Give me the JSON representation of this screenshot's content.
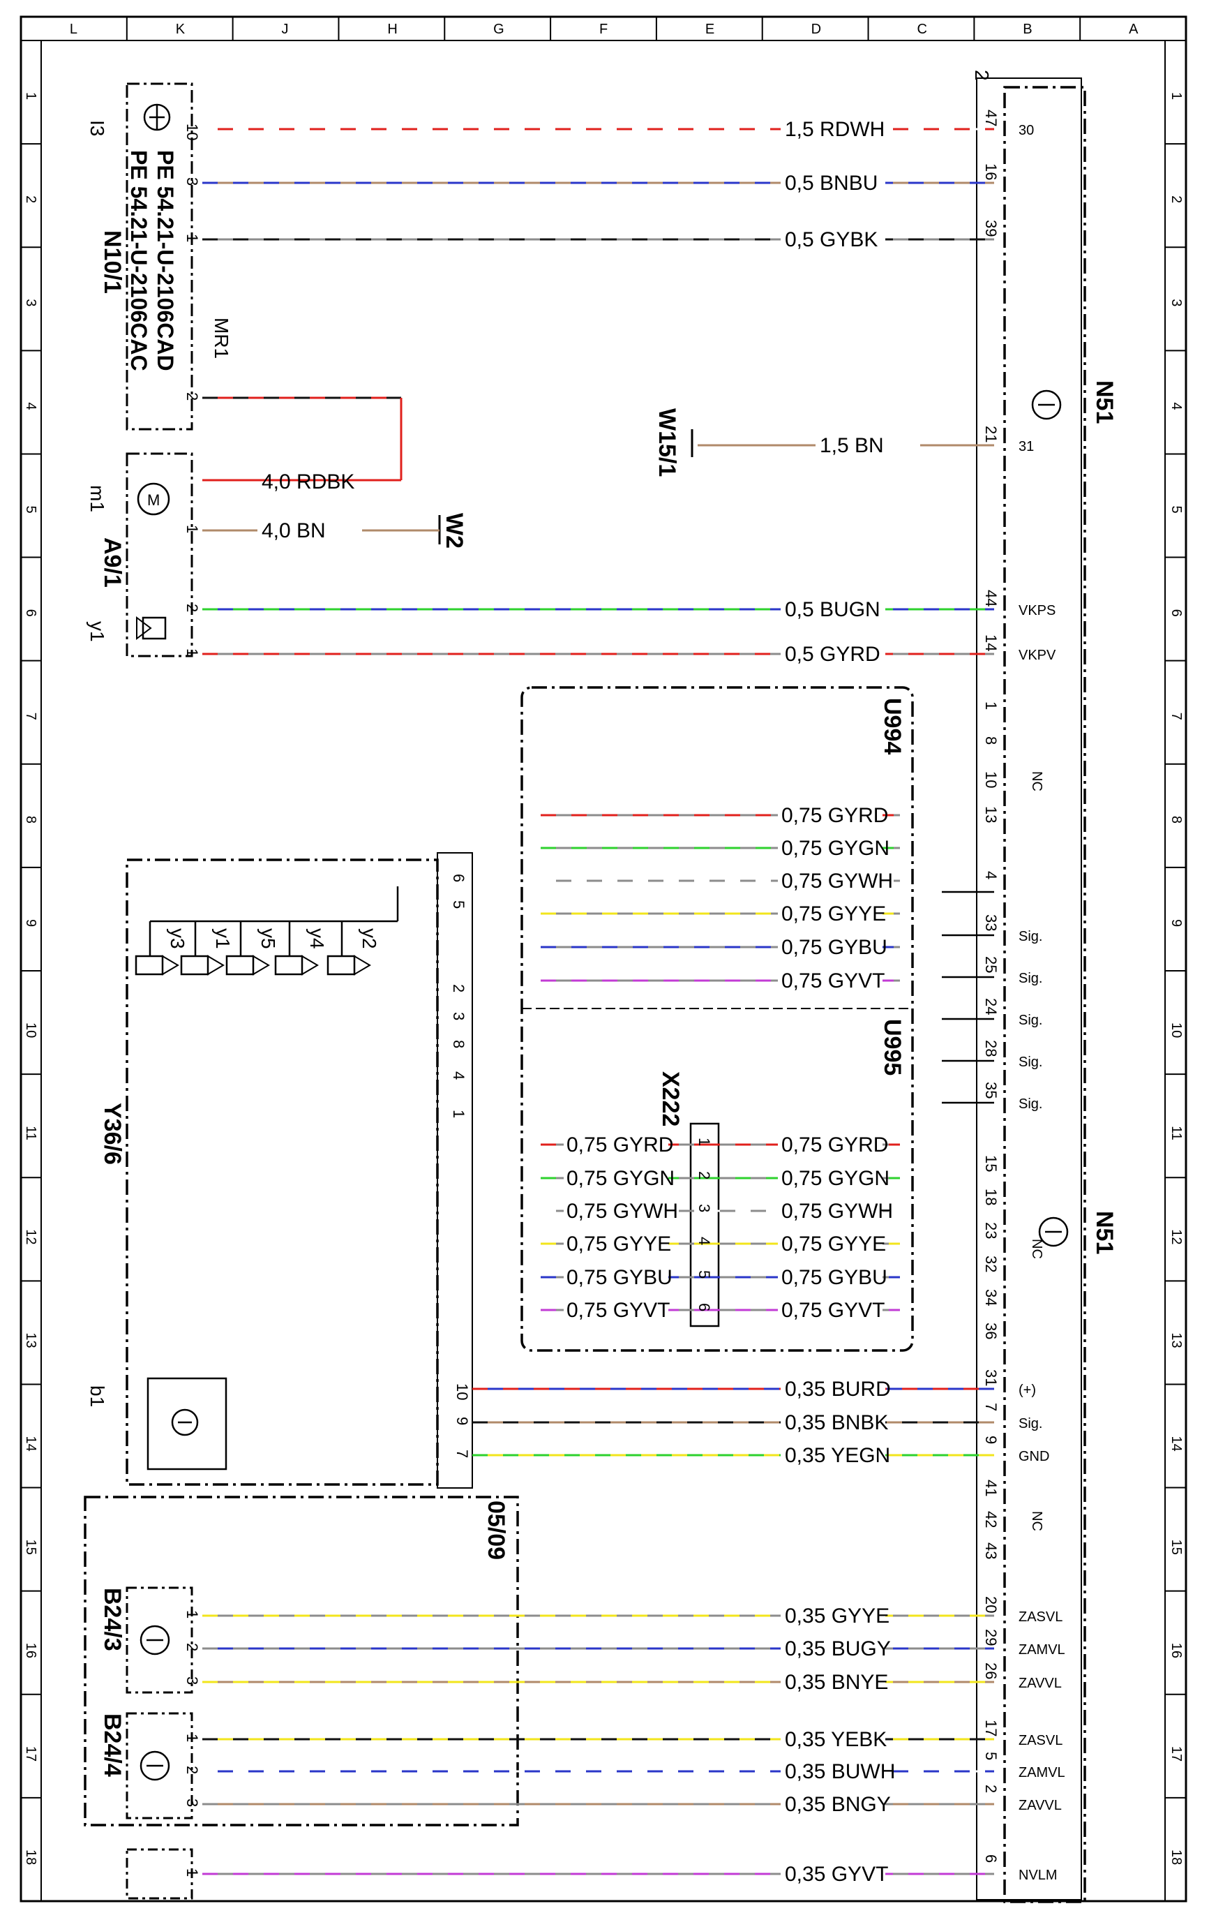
{
  "grid": {
    "columns": [
      "L",
      "K",
      "J",
      "H",
      "G",
      "F",
      "E",
      "D",
      "C",
      "B",
      "A"
    ],
    "rows": [
      "1",
      "2",
      "3",
      "4",
      "5",
      "6",
      "7",
      "8",
      "9",
      "10",
      "11",
      "12",
      "13",
      "14",
      "15",
      "16",
      "17",
      "18"
    ]
  },
  "components": {
    "n10_1": {
      "name": "N10/1",
      "connector": "I3",
      "part_1": "PE 54.21-U-2106CAC",
      "part_2": "PE 54.21-U-2106CAD"
    },
    "mr1": {
      "name": "MR1"
    },
    "a9_1": {
      "name": "A9/1",
      "motor": "m1",
      "valve": "y1",
      "motor_m": "M"
    },
    "w15_1": {
      "name": "W15/1"
    },
    "w2": {
      "name": "W2"
    },
    "n51": {
      "name": "N51",
      "connector": "2"
    },
    "u994": {
      "name": "U994"
    },
    "u995": {
      "name": "U995"
    },
    "x222": {
      "name": "X222"
    },
    "y36_6": {
      "name": "Y36/6",
      "valves": [
        "y3",
        "y1",
        "y5",
        "y4",
        "y2"
      ],
      "sensor": "b1"
    },
    "b24_3": {
      "name": "B24/3"
    },
    "b24_4": {
      "name": "B24/4"
    },
    "ref": {
      "name": "05/09"
    },
    "nc": "NC"
  },
  "wires": [
    {
      "label": "1,5 RDWH",
      "n51_pin": "47",
      "signal": "30",
      "left_pin": "10"
    },
    {
      "label": "0,5 BNBU",
      "n51_pin": "16",
      "signal": "",
      "left_pin": "3"
    },
    {
      "label": "0,5 GYBK",
      "n51_pin": "39",
      "signal": "",
      "left_pin": "1"
    },
    {
      "label": "4,0 RDBK",
      "left_pin": "2"
    },
    {
      "label": "1,5 BN",
      "n51_pin": "21",
      "signal": "31"
    },
    {
      "label": "4,0 BN",
      "left_pin": "1"
    },
    {
      "label": "0,5 BUGN",
      "n51_pin": "44",
      "signal": "VKPS",
      "left_pin": "2"
    },
    {
      "label": "0,5 GYRD",
      "n51_pin": "14",
      "signal": "VKPV",
      "left_pin": "1"
    },
    {
      "label": "0,35 BURD",
      "n51_pin": "31",
      "signal": "(+)",
      "left_pin": "10"
    },
    {
      "label": "0,35 BNBK",
      "n51_pin": "7",
      "signal": "Sig.",
      "left_pin": "9"
    },
    {
      "label": "0,35 YEGN",
      "n51_pin": "9",
      "signal": "GND",
      "left_pin": "7"
    },
    {
      "label": "0,35 GYYE",
      "n51_pin": "20",
      "signal": "ZASVL",
      "left_pin": "1"
    },
    {
      "label": "0,35 BUGY",
      "n51_pin": "29",
      "signal": "ZAMVL",
      "left_pin": "2"
    },
    {
      "label": "0,35 BNYE",
      "n51_pin": "26",
      "signal": "ZAVVL",
      "left_pin": "3"
    },
    {
      "label": "0,35 YEBK",
      "n51_pin": "17",
      "signal": "ZASVL",
      "left_pin": "1"
    },
    {
      "label": "0,35 BUWH",
      "n51_pin": "5",
      "signal": "ZAMVL",
      "left_pin": "2"
    },
    {
      "label": "0,35 BNGY",
      "n51_pin": "2",
      "signal": "ZAVVL",
      "left_pin": "3"
    },
    {
      "label": "0,35 GYVT",
      "n51_pin": "6",
      "signal": "NVLM",
      "left_pin": "1"
    }
  ],
  "u994_wires": [
    "0,75 GYRD",
    "0,75 GYGN",
    "0,75 GYWH",
    "0,75 GYYE",
    "0,75 GYBU",
    "0,75 GYVT"
  ],
  "x222_left": [
    "0,75 GYRD",
    "0,75 GYGN",
    "0,75 GYWH",
    "0,75 GYYE",
    "0,75 GYBU",
    "0,75 GYVT"
  ],
  "x222_right": [
    "0,75 GYRD",
    "0,75 GYGN",
    "0,75 GYWH",
    "0,75 GYYE",
    "0,75 GYBU",
    "0,75 GYVT"
  ],
  "x222_pins": [
    "1",
    "2",
    "3",
    "4",
    "5",
    "6"
  ],
  "n51_nc_pins_a": [
    "1",
    "8",
    "10",
    "13"
  ],
  "n51_sig_pins": [
    {
      "pin": "4",
      "signal": ""
    },
    {
      "pin": "33",
      "signal": "Sig."
    },
    {
      "pin": "25",
      "signal": "Sig."
    },
    {
      "pin": "24",
      "signal": "Sig."
    },
    {
      "pin": "28",
      "signal": "Sig."
    },
    {
      "pin": "35",
      "signal": "Sig."
    }
  ],
  "n51_nc_pins_b": [
    "15",
    "18",
    "23",
    "32",
    "34",
    "36"
  ],
  "n51_nc_pins_c": [
    "41",
    "42",
    "43"
  ],
  "y36_pins": [
    "6",
    "5",
    "2",
    "3",
    "8",
    "4",
    "1"
  ],
  "colors": {
    "RD": "#e0201c",
    "WH": "#ffffff",
    "BN": "#b08a6a",
    "BU": "#2a36c8",
    "GY": "#8c8c8c",
    "BK": "#111111",
    "GN": "#2ed12e",
    "YE": "#f2e51c",
    "VT": "#c23bd4",
    "line": "#000000"
  }
}
